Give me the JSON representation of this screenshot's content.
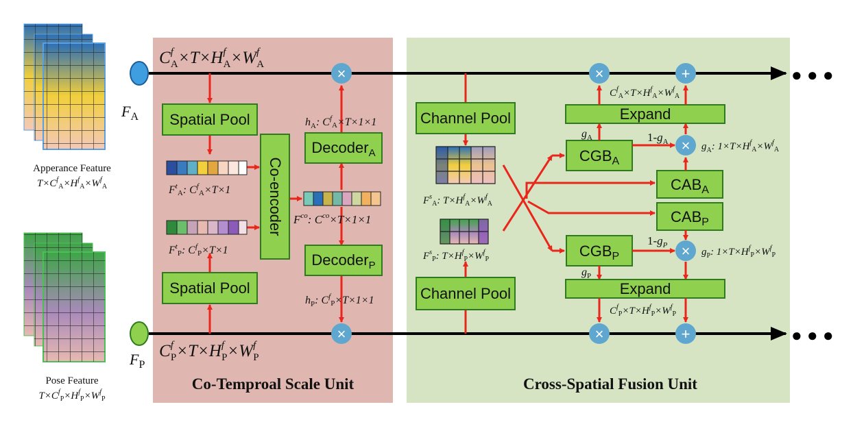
{
  "units": {
    "co_temporal": "Co-Temproal Scale Unit",
    "cross_spatial": "Cross-Spatial Fusion Unit"
  },
  "inputs": {
    "appearance_caption": "Apperance Feature",
    "pose_caption": "Pose Feature",
    "fa": "F",
    "fa_sub": "A",
    "fp": "F",
    "fp_sub": "P"
  },
  "boxes": {
    "spatial_pool": "Spatial Pool",
    "co_encoder": "Co-encoder",
    "decoder": "Decoder",
    "decoder_a_sub": "A",
    "decoder_p_sub": "P",
    "channel_pool": "Channel Pool",
    "expand": "Expand",
    "cgb": "CGB",
    "cab": "CAB",
    "sub_a": "A",
    "sub_p": "P"
  },
  "operators": {
    "multiply": "×",
    "add": "+"
  },
  "dots": "● ● ●",
  "colors": {
    "co_temporal_bg": "#dfb7b0",
    "cross_spatial_bg": "#d7e4c4",
    "box_fill": "#8fd14f",
    "arrow": "#e8261b",
    "operator": "#5fa7cf"
  }
}
